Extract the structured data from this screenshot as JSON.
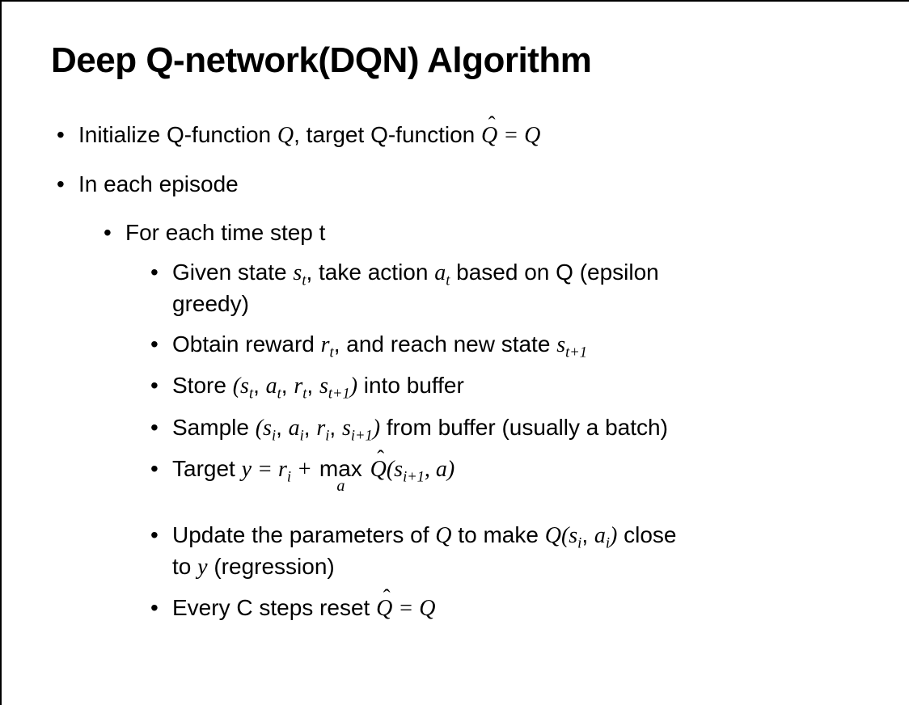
{
  "slide": {
    "title": "Deep Q-network(DQN) Algorithm",
    "bullets": [
      {
        "level": 1,
        "segments": [
          {
            "t": "Initialize Q-function "
          },
          {
            "m": "Q"
          },
          {
            "t": ", target Q-function "
          },
          {
            "hat": "Q"
          },
          {
            "m": " = "
          },
          {
            "m": "Q"
          }
        ]
      },
      {
        "level": 1,
        "segments": [
          {
            "t": "In each episode"
          }
        ]
      },
      {
        "level": 2,
        "segments": [
          {
            "t": "For each time step t"
          }
        ]
      },
      {
        "level": 3,
        "segments": [
          {
            "t": "Given state "
          },
          {
            "base": "s",
            "sub": "t"
          },
          {
            "t": ", take action "
          },
          {
            "base": "a",
            "sub": "t"
          },
          {
            "t": " based on Q (epsilon"
          },
          {
            "br": true
          },
          {
            "t": "greedy)"
          }
        ]
      },
      {
        "level": 3,
        "segments": [
          {
            "t": "Obtain reward "
          },
          {
            "base": "r",
            "sub": "t"
          },
          {
            "t": ", and reach new state "
          },
          {
            "base": "s",
            "sub": "t+1"
          }
        ]
      },
      {
        "level": 3,
        "segments": [
          {
            "t": "Store "
          },
          {
            "m": "("
          },
          {
            "base": "s",
            "sub": "t"
          },
          {
            "t": ", "
          },
          {
            "base": "a",
            "sub": "t"
          },
          {
            "t": ", "
          },
          {
            "base": "r",
            "sub": "t"
          },
          {
            "t": ", "
          },
          {
            "base": "s",
            "sub": "t+1"
          },
          {
            "m": ")"
          },
          {
            "t": " into buffer"
          }
        ]
      },
      {
        "level": 3,
        "segments": [
          {
            "t": "Sample "
          },
          {
            "m": "("
          },
          {
            "base": "s",
            "sub": "i"
          },
          {
            "t": ", "
          },
          {
            "base": "a",
            "sub": "i"
          },
          {
            "t": ", "
          },
          {
            "base": "r",
            "sub": "i"
          },
          {
            "t": ", "
          },
          {
            "base": "s",
            "sub": "i+1"
          },
          {
            "m": ")"
          },
          {
            "t": " from buffer (usually a batch)"
          }
        ]
      },
      {
        "level": 3,
        "segments": [
          {
            "t": "Target "
          },
          {
            "m": "y"
          },
          {
            "m": " = "
          },
          {
            "base": "r",
            "sub": "i"
          },
          {
            "m": " + "
          },
          {
            "op": "max",
            "under": "a"
          },
          {
            "t": " "
          },
          {
            "hat": "Q"
          },
          {
            "m": "("
          },
          {
            "base": "s",
            "sub": "i+1"
          },
          {
            "m": ", "
          },
          {
            "m": "a"
          },
          {
            "m": ")"
          }
        ]
      },
      {
        "level": 3,
        "segments": [
          {
            "t": "Update the parameters of "
          },
          {
            "m": "Q"
          },
          {
            "t": " to make "
          },
          {
            "m": "Q"
          },
          {
            "m": "("
          },
          {
            "base": "s",
            "sub": "i"
          },
          {
            "t": ", "
          },
          {
            "base": "a",
            "sub": "i"
          },
          {
            "m": ")"
          },
          {
            "t": " close"
          },
          {
            "br": true
          },
          {
            "t": "to "
          },
          {
            "m": "y"
          },
          {
            "t": " (regression)"
          }
        ]
      },
      {
        "level": 3,
        "segments": [
          {
            "t": "Every C steps reset "
          },
          {
            "hat": "Q"
          },
          {
            "m": " = "
          },
          {
            "m": "Q"
          }
        ]
      }
    ],
    "bullet_marker": "•"
  },
  "colors": {
    "text": "#000000",
    "background": "#ffffff",
    "border": "#000000"
  }
}
